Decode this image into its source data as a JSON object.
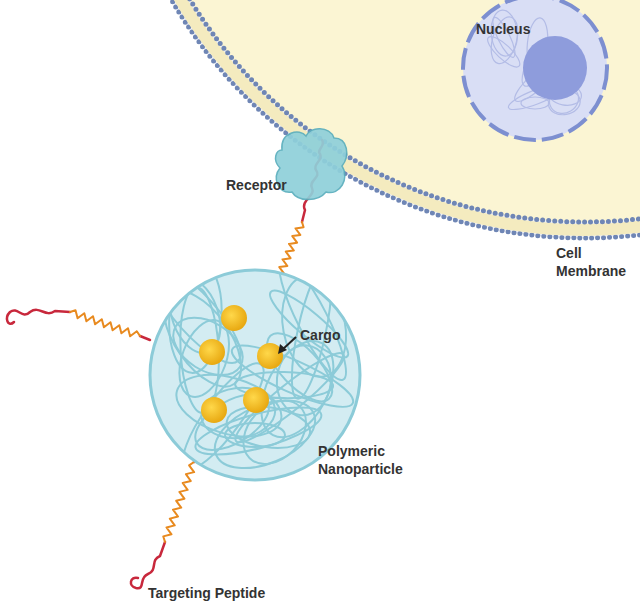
{
  "diagram": {
    "labels": [
      "Nucleus",
      "Receptor",
      "Cell Membrane",
      "Cargo",
      "Polymeric Nanoparticle",
      "Targeting Peptide"
    ]
  }
}
